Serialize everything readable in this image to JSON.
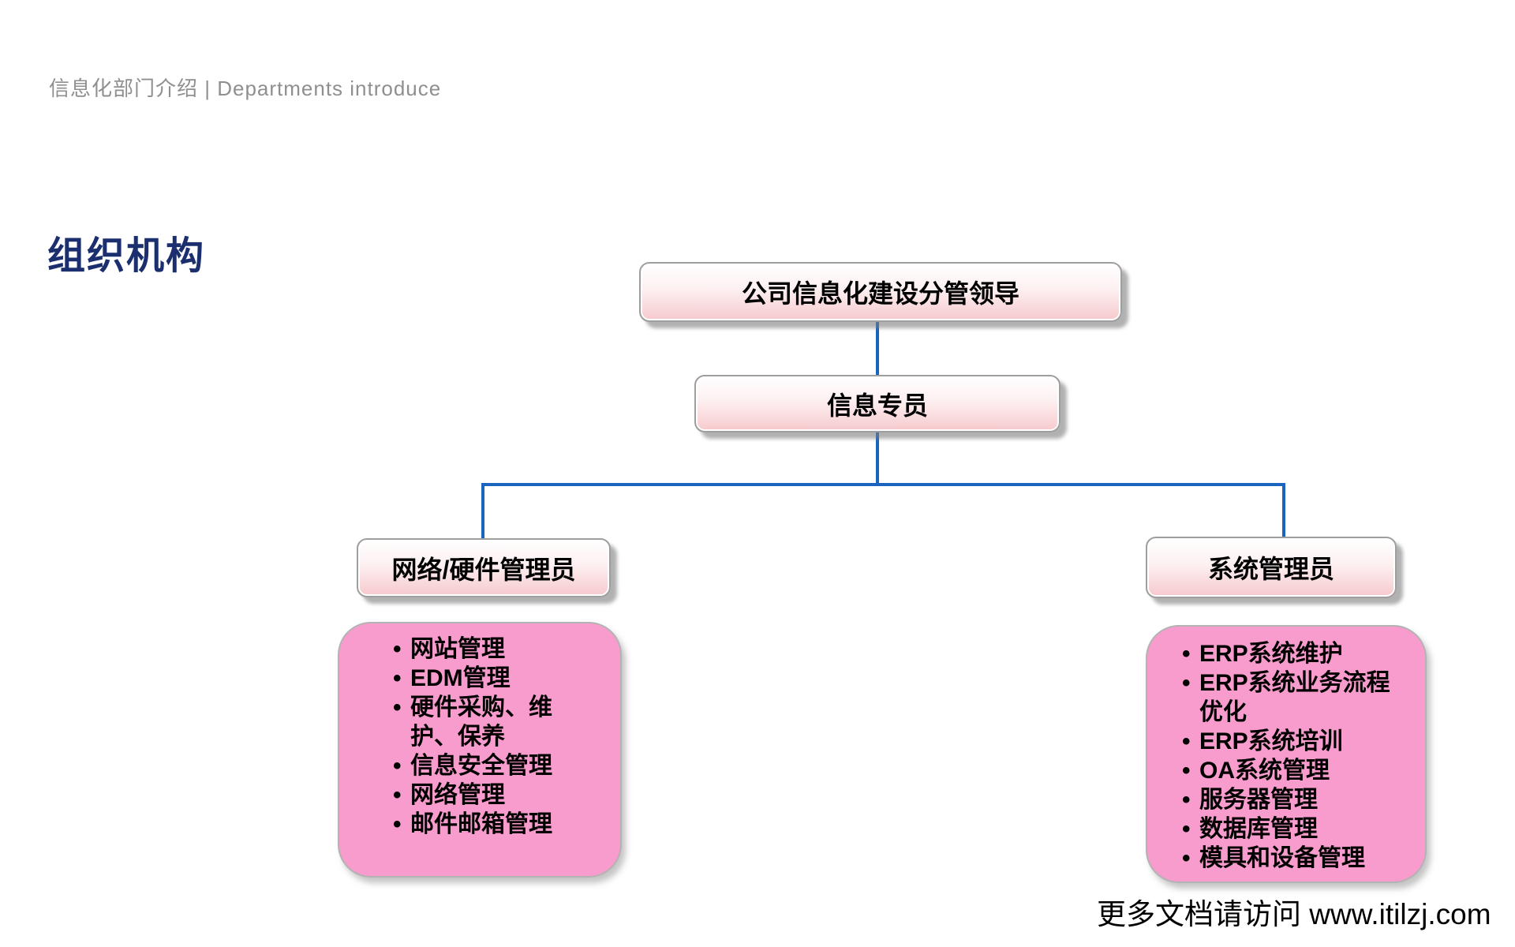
{
  "page": {
    "header": "信息化部门介绍 | Departments introduce",
    "title": "组织机构",
    "footer": "更多文档请访问 www.itilzj.com"
  },
  "org_chart": {
    "nodes": {
      "leader": "公司信息化建设分管领导",
      "specialist": "信息专员",
      "network_admin": "网络/硬件管理员",
      "system_admin": "系统管理员"
    },
    "network_admin_duties": [
      "网站管理",
      "EDM管理",
      "硬件采购、维护、保养",
      "信息安全管理",
      "网络管理",
      "邮件邮箱管理"
    ],
    "system_admin_duties": [
      "ERP系统维护",
      "ERP系统业务流程优化",
      "ERP系统培训",
      "OA系统管理",
      "服务器管理",
      "数据库管理",
      "模具和设备管理"
    ],
    "colors": {
      "title_navy": "#1B2E6E",
      "connector_blue": "#1A63BE",
      "node_gradient_bottom": "#F6C9CD",
      "panel_pink": "#F79CCC",
      "header_gray": "#8F8F8F"
    }
  }
}
